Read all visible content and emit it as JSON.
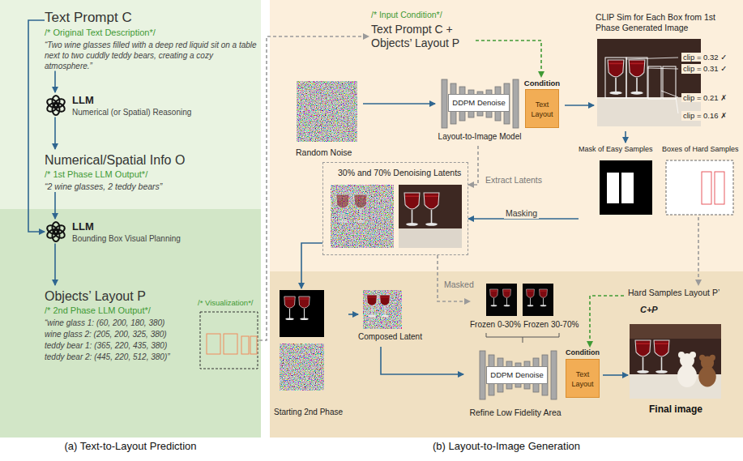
{
  "diagram": {
    "nodes": [
      {
        "text": [
          "(a) Text-to-Layout Prediction"
        ]
      },
      {
        "text": [
          "Text Prompt C",
          "/* Original Text Description*/",
          "“Two wine glasses filled with a deep red liquid sit on a table next to two cuddly teddy bears, creating a cozy atmosphere.”"
        ],
        "in": 0
      },
      {
        "text": [
          "LLM",
          "Numerical (or Spatial) Reasoning"
        ],
        "in": 0
      },
      {
        "text": [
          "Numerical/Spatial Info O",
          "/* 1st Phase LLM Output*/",
          "“2 wine glasses, 2 teddy bears”"
        ],
        "in": 0
      },
      {
        "text": [
          "LLM",
          "Bounding Box Visual Planning"
        ],
        "in": 0
      },
      {
        "text": [
          "Objects’ Layout P",
          "/* 2nd Phase LLM Output*/",
          "“wine glass 1: (60, 200, 180, 380)",
          "wine glass 2: (205, 200, 325, 380)",
          "teddy bear 1: (365, 220, 435, 380)",
          "teddy bear 2: (445, 220, 512, 380)”"
        ],
        "in": 0
      },
      {
        "text": [
          "/* Visualization*/"
        ],
        "in": 0
      },
      {
        "text": [
          "(b) Layout-to-Image Generation"
        ]
      },
      {
        "text": [
          "/* Input Condition*/",
          "Text Prompt C + Objects’ Layout P"
        ],
        "in": 7
      },
      {
        "text": [
          "Random Noise"
        ],
        "in": 7
      },
      {
        "text": [
          "DDPM Denoise",
          "Layout-to-Image Model"
        ],
        "in": 7
      },
      {
        "text": [
          "Condition",
          "Text Layout"
        ],
        "in": 10
      },
      {
        "text": [
          "CLIP Sim for Each Box from 1st Phase Generated Image",
          "clip = 0.32 ✓",
          "clip = 0.31 ✓",
          "clip = 0.21 ✗",
          "clip = 0.16 ✗"
        ],
        "in": 7
      },
      {
        "text": [
          "Mask of Easy Samples"
        ],
        "in": 7
      },
      {
        "text": [
          "Boxes of Hard Samples"
        ],
        "in": 7
      },
      {
        "text": [
          "30% and 70% Denoising Latents"
        ],
        "in": 7
      },
      {
        "text": [
          "Frozen 0-30%",
          "Frozen 30-70%"
        ],
        "in": 7
      },
      {
        "text": [
          "Starting 2nd Phase"
        ],
        "in": 7
      },
      {
        "text": [
          "Composed Latent"
        ],
        "in": 7
      },
      {
        "text": [
          "DDPM Denoise",
          "Refine Low Fidelity Area"
        ],
        "in": 7
      },
      {
        "text": [
          "Condition",
          "Text Layout"
        ],
        "in": 19
      },
      {
        "text": [
          "Hard Samples Layout P’",
          "C+P"
        ],
        "in": 7
      },
      {
        "text": [
          "Final image"
        ],
        "in": 7
      }
    ],
    "edges": [
      {
        "from": 1,
        "to": 2,
        "arrow": "to"
      },
      {
        "from": 2,
        "to": 3,
        "arrow": "to"
      },
      {
        "from": 3,
        "to": 4,
        "arrow": "to"
      },
      {
        "from": 1,
        "to": 4,
        "arrow": "to"
      },
      {
        "from": 4,
        "to": 5,
        "arrow": "to"
      },
      {
        "from": 6,
        "to": 8,
        "arrow": "to"
      },
      {
        "from": 8,
        "to": 11,
        "arrow": "to"
      },
      {
        "from": 9,
        "to": 10,
        "arrow": "to"
      },
      {
        "from": 10,
        "to": 12,
        "arrow": "to"
      },
      {
        "from": 12,
        "to": 13,
        "arrow": "to"
      },
      {
        "from": 10,
        "to": 15,
        "label": "Extract Latents",
        "arrow": "to"
      },
      {
        "from": 13,
        "to": 15,
        "label": "Masking",
        "arrow": "to"
      },
      {
        "from": 15,
        "to": 17,
        "arrow": "to"
      },
      {
        "from": 15,
        "to": 16,
        "label": "Masked",
        "arrow": "to"
      },
      {
        "from": 17,
        "to": 18,
        "arrow": "to"
      },
      {
        "from": 18,
        "to": 19,
        "arrow": "to"
      },
      {
        "from": 19,
        "to": 22,
        "arrow": "to"
      },
      {
        "from": 14,
        "to": 21,
        "arrow": "to"
      },
      {
        "from": 21,
        "to": 20,
        "arrow": "to"
      }
    ]
  }
}
